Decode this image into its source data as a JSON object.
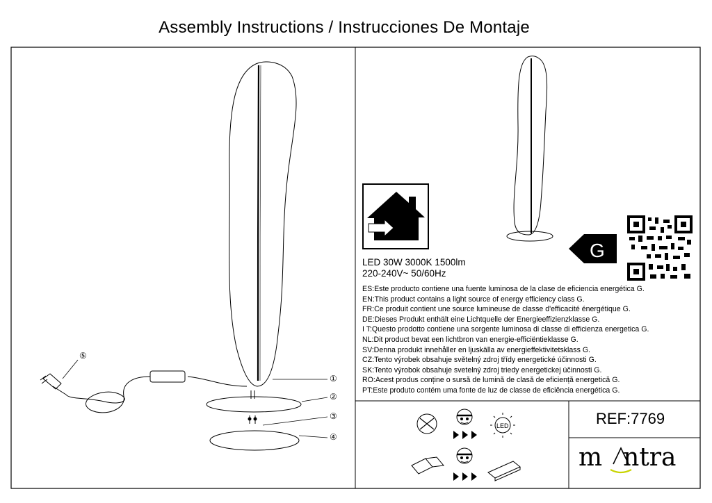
{
  "header": {
    "title": "Assembly Instructions / Instrucciones De Montaje"
  },
  "product": {
    "specs_line1": "LED 30W 3000K 1500lm",
    "specs_line2": "220-240V~ 50/60Hz",
    "energy_class": "G",
    "ref": "REF:7769",
    "brand": {
      "left": "m",
      "right": "ntra"
    }
  },
  "callouts": [
    "①",
    "②",
    "③",
    "④",
    "⑤"
  ],
  "efficiency_statements": [
    "ES:Este producto contiene una fuente luminosa de la clase de eficiencia energética G.",
    "EN:This product contains a light source of energy efficiency class G.",
    "FR:Ce produit contient une source lumineuse de classe d'efficacité énergétique G.",
    "DE:Dieses Produkt enthält eine Lichtquelle der Energieeffizienzklasse G.",
    "I T:Questo prodotto contiene una sorgente luminosa di classe di efficienza energetica G.",
    "NL:Dit product bevat een lichtbron van energie-efficiëntieklasse G.",
    "SV:Denna produkt innehåller en ljuskälla av energieffektivitetsklass G.",
    "CZ:Tento výrobek obsahuje světelný zdroj třídy energetické účinnosti G.",
    "SK:Tento výrobok obsahuje svetelný zdroj triedy energetickej účinnosti G.",
    "RO:Acest produs conține o sursă de lumină de clasă de eficiență energetică G.",
    "PT:Este produto contém uma fonte de luz de classe de eficiência energética G."
  ],
  "icons": {
    "indoor": "indoor-use-house-icon",
    "qr": "qr-code-icon",
    "energy_arrow": "energy-class-arrow-icon"
  },
  "symbols": {
    "led": "LED"
  }
}
